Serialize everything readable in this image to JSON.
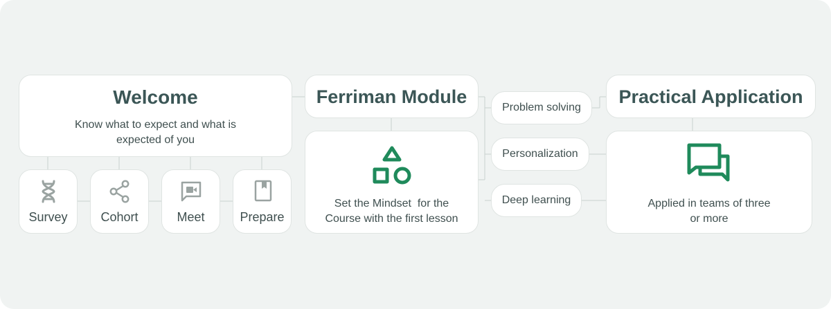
{
  "welcome": {
    "title": "Welcome",
    "description_line1": "Know what to expect and what is",
    "description_line2": "expected of you"
  },
  "welcome_steps": [
    {
      "label": "Survey",
      "icon": "dna-icon"
    },
    {
      "label": "Cohort",
      "icon": "share-icon"
    },
    {
      "label": "Meet",
      "icon": "video-chat-icon"
    },
    {
      "label": "Prepare",
      "icon": "book-icon"
    }
  ],
  "ferriman": {
    "title": "Ferriman Module",
    "icon": "shapes-icon",
    "description_line1": "Set the Mindset  for the",
    "description_line2": "Course with the first lesson"
  },
  "connectors": [
    "Problem solving",
    "Personalization",
    "Deep learning"
  ],
  "practical": {
    "title": "Practical Application",
    "icon": "chat-bubbles-icon",
    "description_line1": "Applied in teams of three",
    "description_line2": "or more"
  },
  "colors": {
    "background": "#f0f3f2",
    "title": "#3b5656",
    "accent_green": "#1f8a5b",
    "muted_icon": "#9aa3a1",
    "border": "#dfe4e2"
  }
}
